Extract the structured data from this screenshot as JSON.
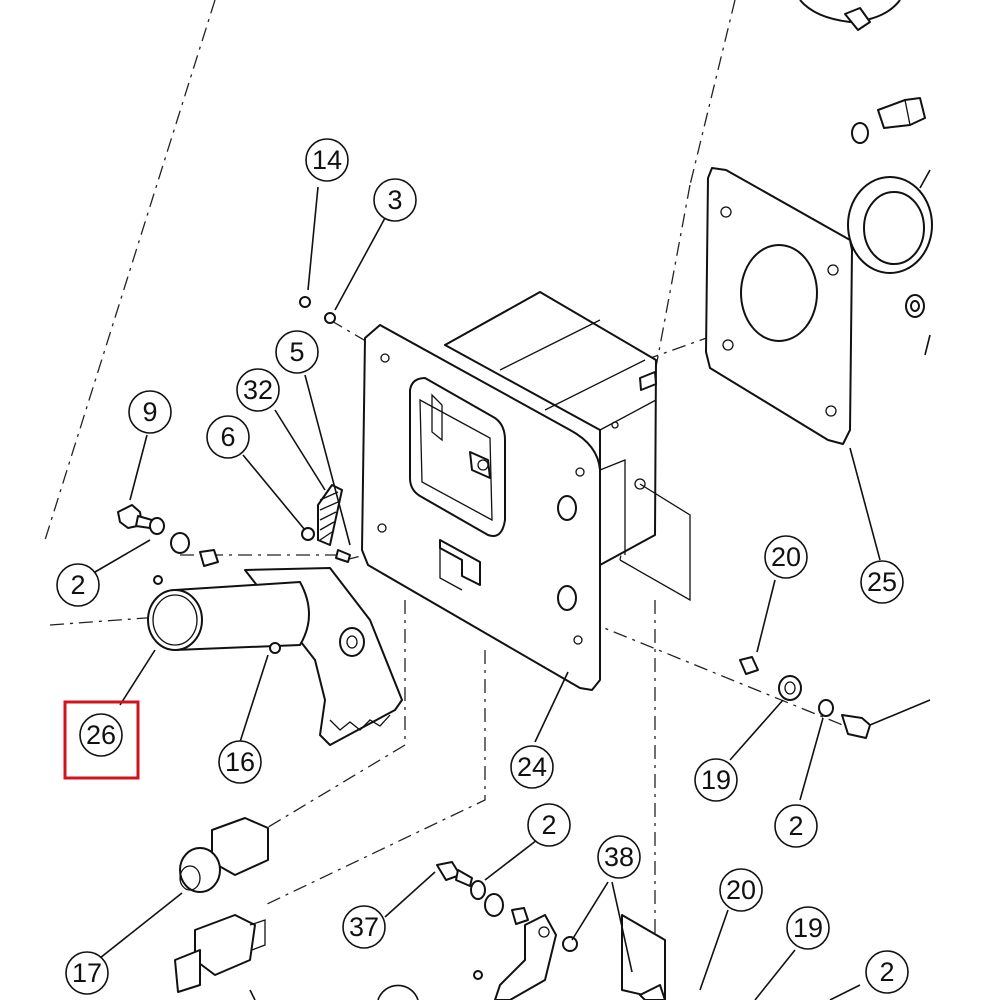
{
  "diagram": {
    "labels": [
      {
        "id": "l14",
        "text": "14"
      },
      {
        "id": "l3",
        "text": "3"
      },
      {
        "id": "l5",
        "text": "5"
      },
      {
        "id": "l32",
        "text": "32"
      },
      {
        "id": "l6",
        "text": "6"
      },
      {
        "id": "l9",
        "text": "9"
      },
      {
        "id": "l2a",
        "text": "2"
      },
      {
        "id": "l26",
        "text": "26"
      },
      {
        "id": "l16",
        "text": "16"
      },
      {
        "id": "l24",
        "text": "24"
      },
      {
        "id": "l25",
        "text": "25"
      },
      {
        "id": "l20a",
        "text": "20"
      },
      {
        "id": "l19a",
        "text": "19"
      },
      {
        "id": "l2b",
        "text": "2"
      },
      {
        "id": "l2c",
        "text": "2"
      },
      {
        "id": "l38",
        "text": "38"
      },
      {
        "id": "l20b",
        "text": "20"
      },
      {
        "id": "l37",
        "text": "37"
      },
      {
        "id": "l17",
        "text": "17"
      },
      {
        "id": "l19b",
        "text": "19"
      },
      {
        "id": "l2d",
        "text": "2"
      }
    ],
    "highlighted_label": "26",
    "highlight_color": "#d0141b",
    "line_color": "#111111"
  }
}
